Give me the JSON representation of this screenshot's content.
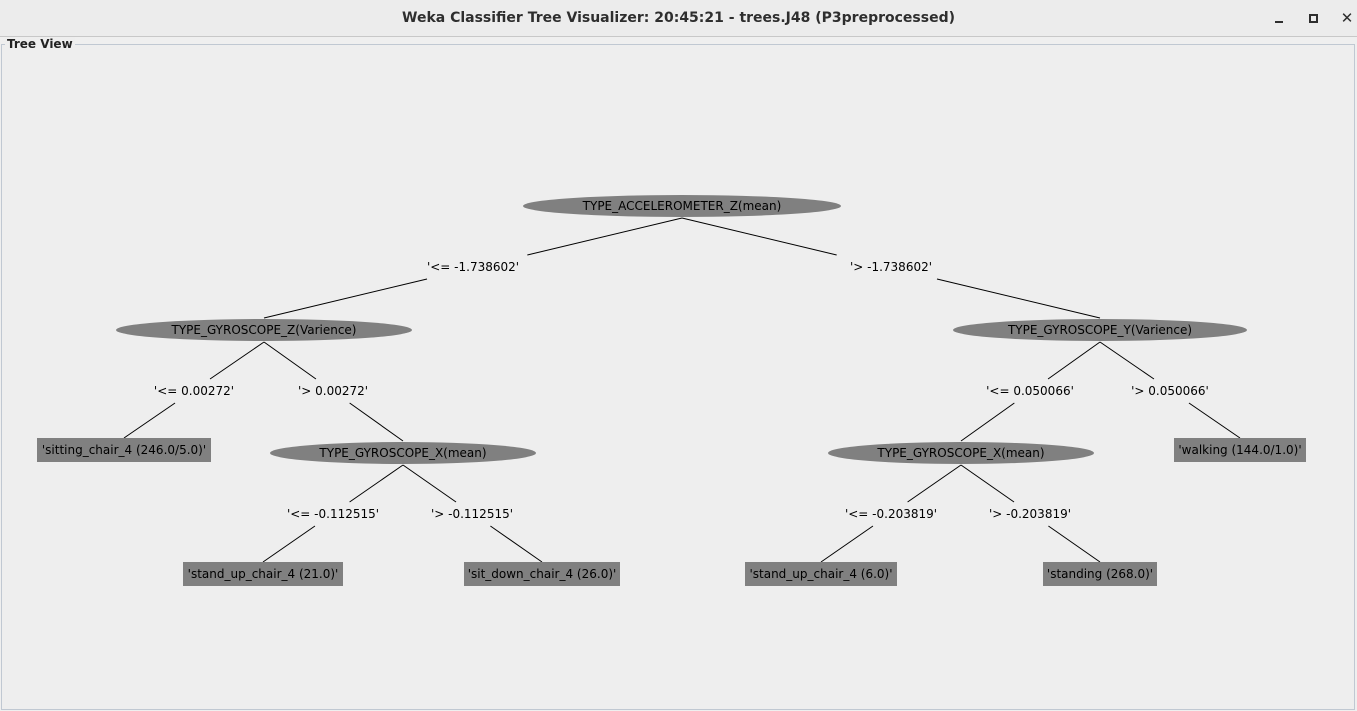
{
  "window": {
    "title": "Weka Classifier Tree Visualizer: 20:45:21 - trees.J48 (P3preprocessed)",
    "buttons": [
      "minimize-icon",
      "maximize-icon",
      "close-icon"
    ]
  },
  "panel": {
    "title": "Tree View"
  },
  "colors": {
    "node_fill": "#808080",
    "background": "#eeeeee",
    "edge": "#000000"
  },
  "tree": {
    "nodes": [
      {
        "id": "n0",
        "kind": "split",
        "label": "TYPE_ACCELEROMETER_Z(mean)"
      },
      {
        "id": "n1",
        "kind": "split",
        "label": "TYPE_GYROSCOPE_Z(Varience)"
      },
      {
        "id": "n2",
        "kind": "split",
        "label": "TYPE_GYROSCOPE_Y(Varience)"
      },
      {
        "id": "n3",
        "kind": "leaf",
        "label": "'sitting_chair_4 (246.0/5.0)'"
      },
      {
        "id": "n4",
        "kind": "split",
        "label": "TYPE_GYROSCOPE_X(mean)"
      },
      {
        "id": "n5",
        "kind": "split",
        "label": "TYPE_GYROSCOPE_X(mean)"
      },
      {
        "id": "n6",
        "kind": "leaf",
        "label": "'walking (144.0/1.0)'"
      },
      {
        "id": "n7",
        "kind": "leaf",
        "label": "'stand_up_chair_4 (21.0)'"
      },
      {
        "id": "n8",
        "kind": "leaf",
        "label": "'sit_down_chair_4 (26.0)'"
      },
      {
        "id": "n9",
        "kind": "leaf",
        "label": "'stand_up_chair_4 (6.0)'"
      },
      {
        "id": "n10",
        "kind": "leaf",
        "label": "'standing (268.0)'"
      }
    ],
    "edges": [
      {
        "from": "n0",
        "to": "n1",
        "label": "'<= -1.738602'"
      },
      {
        "from": "n0",
        "to": "n2",
        "label": "'> -1.738602'"
      },
      {
        "from": "n1",
        "to": "n3",
        "label": "'<= 0.00272'"
      },
      {
        "from": "n1",
        "to": "n4",
        "label": "'> 0.00272'"
      },
      {
        "from": "n2",
        "to": "n5",
        "label": "'<= 0.050066'"
      },
      {
        "from": "n2",
        "to": "n6",
        "label": "'> 0.050066'"
      },
      {
        "from": "n4",
        "to": "n7",
        "label": "'<= -0.112515'"
      },
      {
        "from": "n4",
        "to": "n8",
        "label": "'> -0.112515'"
      },
      {
        "from": "n5",
        "to": "n9",
        "label": "'<= -0.203819'"
      },
      {
        "from": "n5",
        "to": "n10",
        "label": "'> -0.203819'"
      }
    ]
  }
}
